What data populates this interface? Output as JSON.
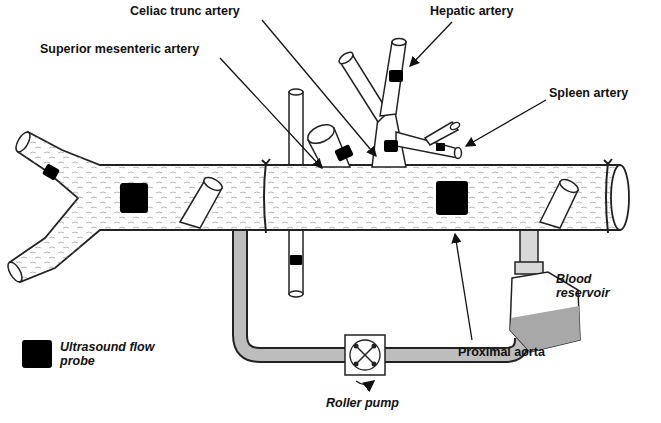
{
  "diagram": {
    "labels": [
      "Celiac trunc artery",
      "Hepatic artery",
      "Superior mesenteric artery",
      "Spleen artery",
      "Blood reservoir",
      "Roller pump",
      "Proximal aorta"
    ],
    "legend": [
      {
        "text": "Ultrasound flow probe",
        "color": "#000000"
      }
    ]
  }
}
